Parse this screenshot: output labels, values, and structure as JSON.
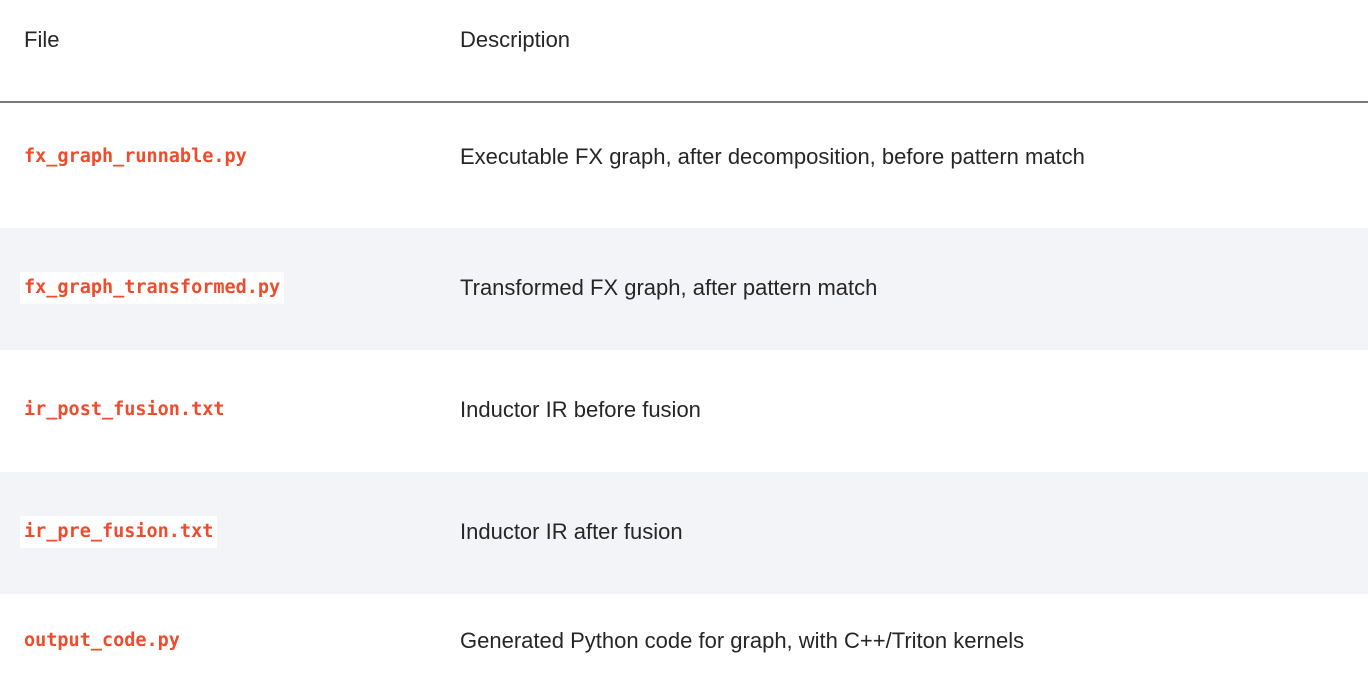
{
  "header": {
    "file_label": "File",
    "description_label": "Description"
  },
  "rows": [
    {
      "file": "fx_graph_runnable.py",
      "description": "Executable FX graph, after decomposition, before pattern match"
    },
    {
      "file": "fx_graph_transformed.py",
      "description": "Transformed FX graph, after pattern match"
    },
    {
      "file": "ir_post_fusion.txt",
      "description": "Inductor IR before fusion"
    },
    {
      "file": "ir_pre_fusion.txt",
      "description": "Inductor IR after fusion"
    },
    {
      "file": "output_code.py",
      "description": "Generated Python code for graph, with C++/Triton kernels"
    }
  ],
  "colors": {
    "file_text": "#ee4c2c",
    "alt_row_background": "#f3f4f7",
    "header_rule": "#7a7a7a"
  }
}
